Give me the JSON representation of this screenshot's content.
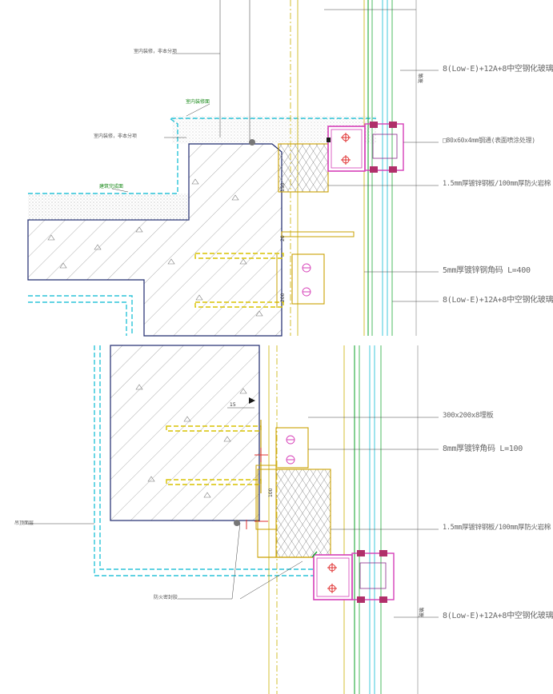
{
  "top_panel": {
    "labels": {
      "a": "室内装修，非本分项",
      "b": "室内装修面",
      "c": "室内装修，非本分项",
      "d": "建筑完成面",
      "glass_top": "8(Low-E)+12A+8中空钢化玻璃",
      "steel_tube": "□80x60x4mm钢通(表面喷涂处理)",
      "fireproof": "1.5mm厚镀锌钢板/100mm厚防火岩棉",
      "bracket": "5mm厚镀锌钢角码 L=400",
      "glass_bottom": "8(Low-E)+12A+8中空钢化玻璃"
    },
    "dims": {
      "d1": "150",
      "d2": "20",
      "d3": "200"
    },
    "vertical_note": "玻璃"
  },
  "bottom_panel": {
    "labels": {
      "embed_plate": "300x200x8埋板",
      "bracket": "8mm厚镀锌角码 L=100",
      "fireproof": "1.5mm厚镀锌钢板/100mm厚防火岩棉",
      "ceiling": "吊顶面层",
      "sealant": "防火密封胶",
      "glass": "8(Low-E)+12A+8中空钢化玻璃"
    },
    "dims": {
      "d1": "15",
      "d2": "100"
    },
    "vertical_note": "玻璃"
  }
}
